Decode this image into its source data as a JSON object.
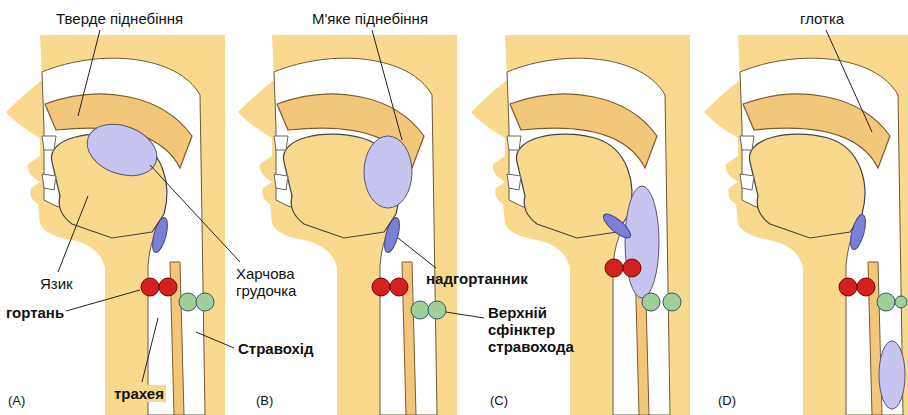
{
  "diagram": {
    "labels": [
      "Тверде піднебіння",
      "М'яке піднебіння",
      "глотка",
      "Язик",
      "Харчова грудочка",
      "надгортанник",
      "гортань",
      "Верхній сфінктер стравохода",
      "Стравохід",
      "трахея",
      "(A)",
      "(B)",
      "(C)",
      "(D)"
    ]
  }
}
